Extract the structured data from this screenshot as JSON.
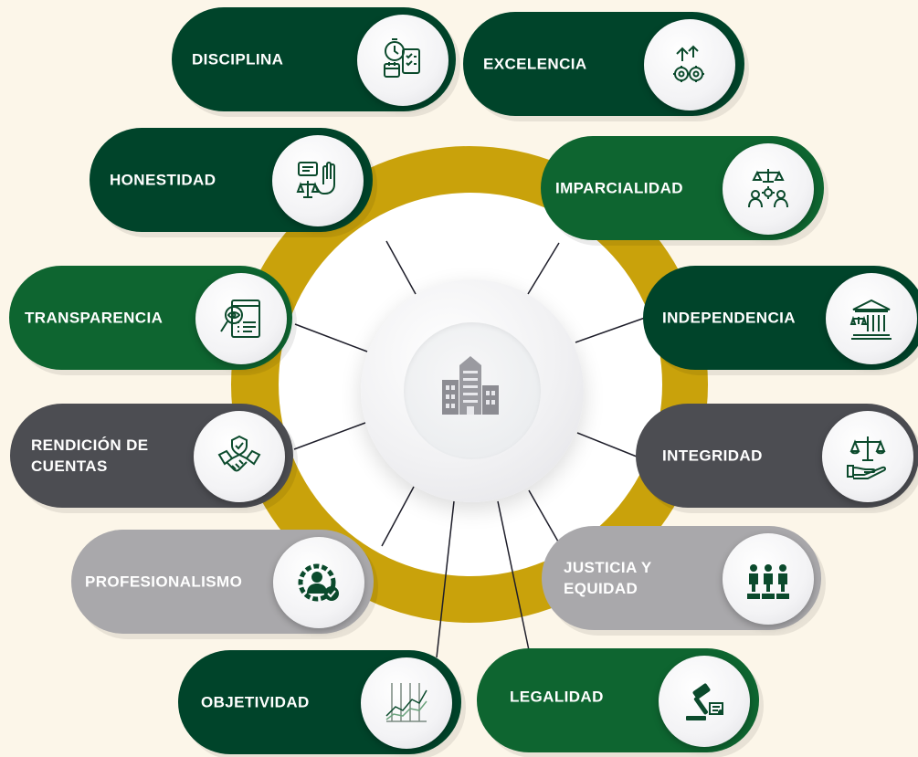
{
  "center": {
    "icon": "building-icon"
  },
  "values": [
    {
      "label": "DISCIPLINA",
      "icon": "clock-checklist-icon"
    },
    {
      "label": "EXCELENCIA",
      "icon": "gears-arrow-up-icon"
    },
    {
      "label": "HONESTIDAD",
      "icon": "hand-scale-icon"
    },
    {
      "label": "IMPARCIALIDAD",
      "icon": "scale-people-icon"
    },
    {
      "label": "TRANSPARENCIA",
      "icon": "document-magnifier-icon"
    },
    {
      "label": "INDEPENDENCIA",
      "icon": "courthouse-icon"
    },
    {
      "label": "RENDICIÓN DE\nCUENTAS",
      "icon": "handshake-icon"
    },
    {
      "label": "INTEGRIDAD",
      "icon": "hand-scale-icon"
    },
    {
      "label": "PROFESIONALISMO",
      "icon": "professional-gear-icon"
    },
    {
      "label": "JUSTICIA Y\nEQUIDAD",
      "icon": "people-podiums-icon"
    },
    {
      "label": "OBJETIVIDAD",
      "icon": "line-chart-icon"
    },
    {
      "label": "LEGALIDAD",
      "icon": "gavel-icon"
    }
  ],
  "colors": {
    "background": "#fcf6e9",
    "ring_gold": "#c9a20b",
    "green_dark": "#00442a",
    "green_mid": "#0e6530",
    "gray_dark": "#4c4d52",
    "gray_light": "#a9a8ab",
    "icon_stroke": "#0b4a2c"
  }
}
